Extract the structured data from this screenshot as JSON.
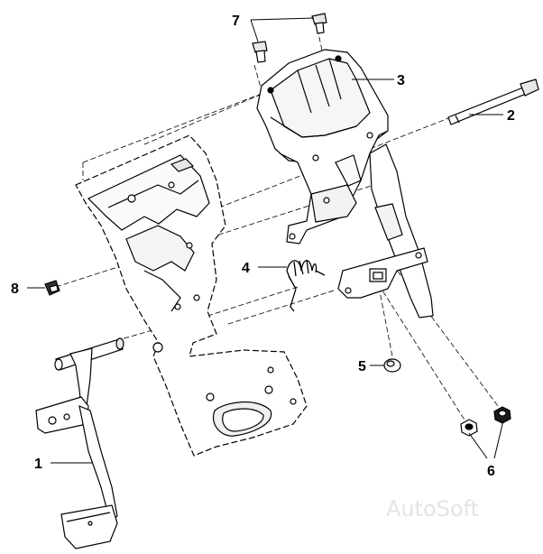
{
  "callouts": [
    {
      "id": "1",
      "label": "1"
    },
    {
      "id": "2",
      "label": "2"
    },
    {
      "id": "3",
      "label": "3"
    },
    {
      "id": "4",
      "label": "4"
    },
    {
      "id": "5",
      "label": "5"
    },
    {
      "id": "6",
      "label": "6"
    },
    {
      "id": "7",
      "label": "7"
    },
    {
      "id": "8",
      "label": "8"
    }
  ],
  "watermark": "AutoSoft",
  "colors": {
    "ink": "#000000",
    "paper": "#ffffff",
    "shade": "#d0d0d0",
    "watermark": "#e4e4e4"
  }
}
